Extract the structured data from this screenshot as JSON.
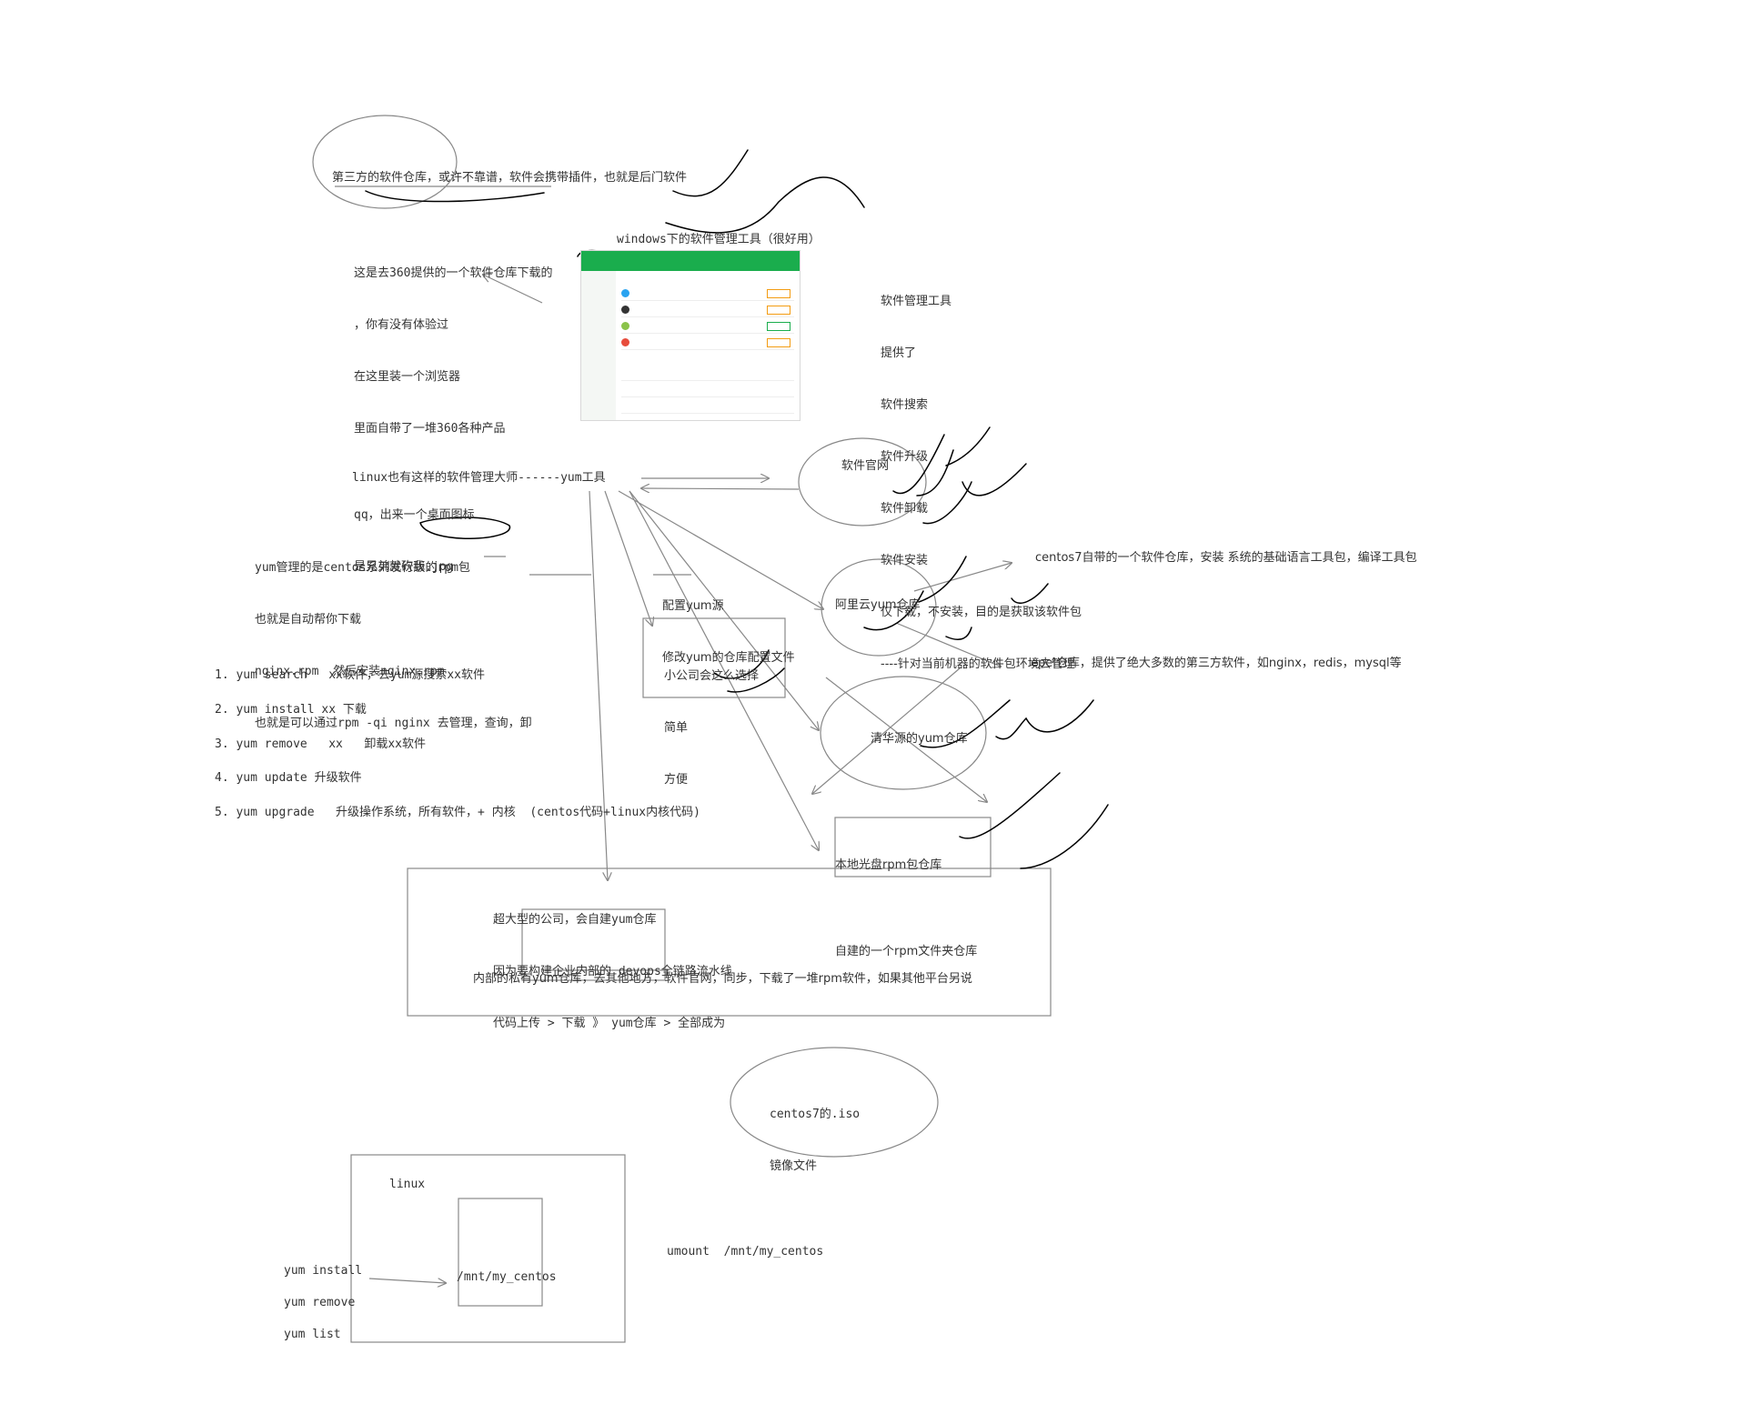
{
  "third_party": "第三方的软件仓库，或许不靠谱，软件会携带插件，也就是后门软件",
  "note_360": {
    "lines": [
      "这是去360提供的一个软件仓库下载的",
      "，你有没有体验过",
      "在这里装一个浏览器",
      "里面自带了一堆360各种产品",
      "",
      "qq，出来一个桌面图标",
      "是兄弟就砍我.jpg"
    ]
  },
  "windows_tool": "windows下的软件管理工具（很好用）",
  "mgmt_tool": {
    "lines": [
      "软件管理工具",
      "提供了",
      "软件搜索",
      "软件升级",
      "软件卸载",
      "软件安装",
      "仅下载，不安装，目的是获取该软件包",
      "----针对当前机器的软件包环境去管理"
    ]
  },
  "linux_yum": "linux也有这样的软件管理大师------yum工具",
  "yum_desc": {
    "lines": [
      "yum管理的是centos系列发行版的rpm包",
      "也就是自动帮你下载",
      "nginx.rpm  然后安装nginx.rpm",
      "也就是可以通过rpm -qi nginx 去管理，查询，卸"
    ]
  },
  "commands": [
    "1. yum search   xx软件，去yum源搜索xx软件",
    "2. yum install xx 下载",
    "3. yum remove   xx   卸载xx软件",
    "4. yum update 升级软件",
    "5. yum upgrade   升级操作系统，所有软件，+ 内核  (centos代码+linux内核代码)"
  ],
  "official_site": "软件官网",
  "config_yum": {
    "lines": [
      "配置yum源",
      "修改yum的仓库配置文件"
    ]
  },
  "small_company": {
    "lines": [
      "小公司会这么选择",
      "简单",
      "方便"
    ]
  },
  "aliyun": "阿里云yum仓库",
  "centos7_repo": "centos7自带的一个软件仓库，安装 系统的基础语言工具包，编译工具包",
  "epel": "epel仓库，提供了绝大多数的第三方软件，如nginx，redis，mysql等",
  "tsinghua": "清华源的yum仓库",
  "local_disc": {
    "lines": [
      "本地光盘rpm包仓库",
      "",
      "自建的一个rpm文件夹仓库"
    ]
  },
  "big_company": {
    "lines": [
      "超大型的公司，会自建yum仓库",
      "因为要构建企业内部的 devops全链路流水线",
      "代码上传 > 下载 》 yum仓库 > 全部成为"
    ]
  },
  "private_repo": "内部的私有yum仓库，去其他地方，软件官网，同步，下载了一堆rpm软件，如果其他平台另说",
  "centos_iso": {
    "lines": [
      "centos7的.iso",
      "镜像文件"
    ]
  },
  "linux_label": "linux",
  "mnt_path": "/mnt/my_centos",
  "yum_cmds": [
    "yum install",
    "yum remove",
    "yum list"
  ],
  "umount": "umount  /mnt/my_centos",
  "colors": {
    "line": "#888888",
    "ink": "#000000",
    "screenshot_green": "#1aad4d"
  }
}
